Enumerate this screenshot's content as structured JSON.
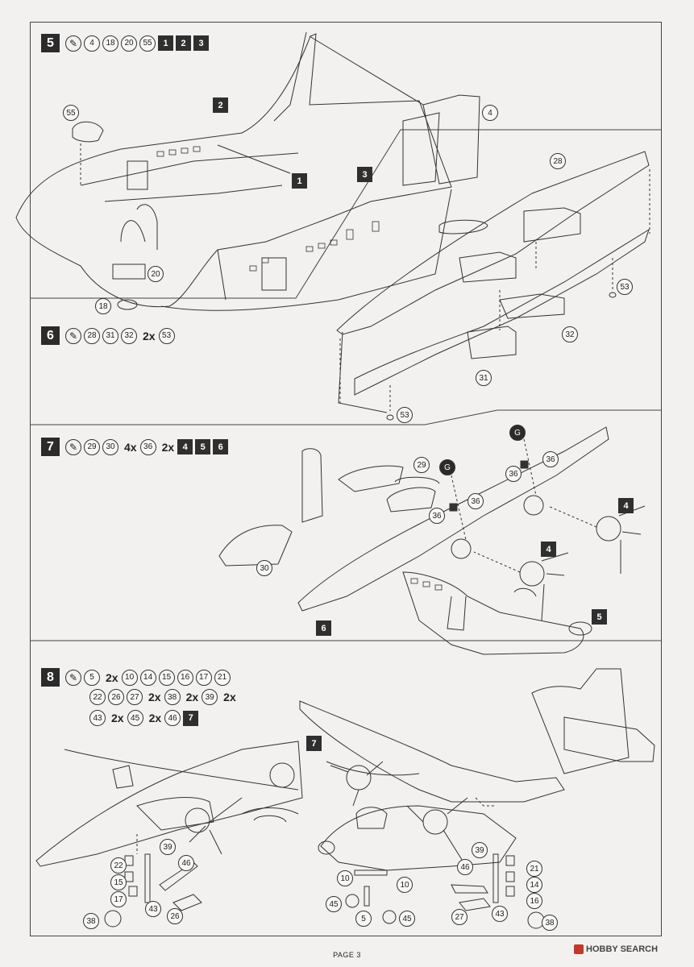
{
  "steps": [
    {
      "num": "5",
      "parts": [
        "4",
        "18",
        "20",
        "55"
      ],
      "subassy": [
        "1",
        "2",
        "3"
      ]
    },
    {
      "num": "6",
      "parts": [
        "28",
        "31",
        "32"
      ],
      "mult": "2x",
      "mult_part": "53"
    },
    {
      "num": "7",
      "parts": [
        "29",
        "30"
      ],
      "mult1": "4x",
      "mult1_part": "36",
      "mult2": "2x",
      "subassy": [
        "4",
        "5",
        "6"
      ]
    },
    {
      "num": "8",
      "line1": {
        "parts_a": [
          "5"
        ],
        "mult": "2x",
        "parts_b": [
          "10",
          "14",
          "15",
          "16",
          "17",
          "21"
        ]
      },
      "line2": {
        "parts_a": [
          "22",
          "26",
          "27"
        ],
        "mult1": "2x",
        "part1": "38",
        "mult2": "2x",
        "part2": "39",
        "mult3": "2x"
      },
      "line3": {
        "part_a": "43",
        "mult1": "2x",
        "part1": "45",
        "mult2": "2x",
        "part2": "46",
        "subassy": "7"
      }
    }
  ],
  "callouts_step5": {
    "c55": "55",
    "c1": "1",
    "c2": "2",
    "c3": "3",
    "c4": "4",
    "c28": "28",
    "c20": "20",
    "c18": "18",
    "c53": "53",
    "c32": "32",
    "c31": "31",
    "c53b": "53"
  },
  "callouts_step7": {
    "c29": "29",
    "c36a": "36",
    "c36b": "36",
    "c36c": "36",
    "c36d": "36",
    "c30": "30",
    "c4": "4",
    "c4b": "4",
    "c5": "5",
    "c6": "6",
    "g": "G"
  },
  "callouts_step8": {
    "c7": "7",
    "c22": "22",
    "c15": "15",
    "c17": "17",
    "c38": "38",
    "c39": "39",
    "c46": "46",
    "c43": "43",
    "c26": "26",
    "c10a": "10",
    "c10b": "10",
    "c45a": "45",
    "c5": "5",
    "c45b": "45",
    "c27": "27",
    "c43b": "43",
    "c39b": "39",
    "c46b": "46",
    "c21": "21",
    "c14": "14",
    "c16": "16",
    "c38b": "38"
  },
  "footer": {
    "page": "PAGE 3"
  },
  "watermark": {
    "text": "HOBBY SEARCH"
  },
  "colors": {
    "line": "#333333",
    "paper": "#f2f1ef",
    "box": "#2b2b2b"
  }
}
